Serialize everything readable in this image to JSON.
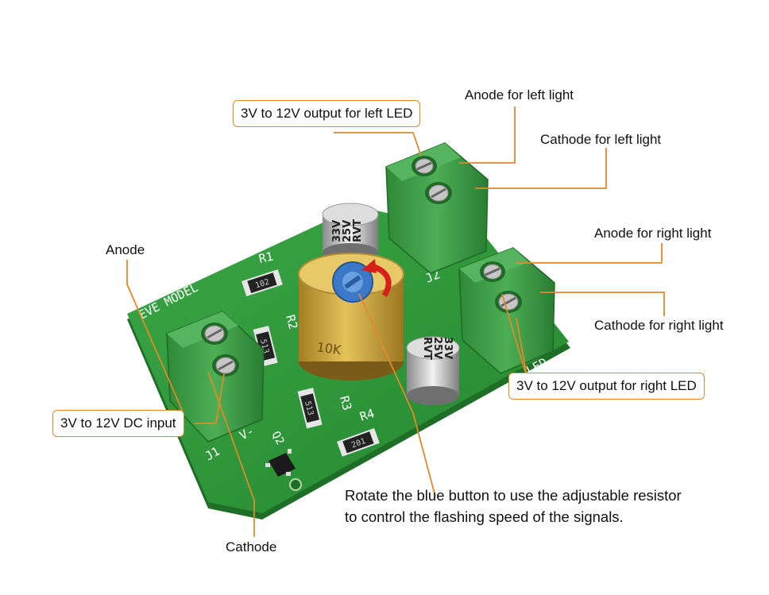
{
  "callouts": {
    "left_led_output": "3V to 12V output for left LED",
    "anode_left": "Anode for left light",
    "cathode_left": "Cathode for left light",
    "anode_right": "Anode for right light",
    "cathode_right": "Cathode for right light",
    "right_led_output": "3V to 12V output for right LED",
    "anode_input": "Anode",
    "dc_input": "3V to 12V DC input",
    "cathode_input": "Cathode",
    "rotate_line1": "Rotate the blue button to use the adjustable resistor",
    "rotate_line2": "to control the flashing speed of the signals."
  },
  "board": {
    "model": "EVE MODEL",
    "r1": "R1",
    "r2": "R2",
    "r3": "R3",
    "r4": "R4",
    "j1": "J1",
    "j2": "J2",
    "v_minus": "V-",
    "led_minus": "LED-",
    "q2": "Q2",
    "r1_value": "102",
    "r2_value": "513",
    "r3_value": "513",
    "r4_value": "201",
    "cap_top_line1": "33V",
    "cap_top_line2": "25V",
    "cap_top_line3": "RVT",
    "cap_bottom_line1": "33V",
    "cap_bottom_line2": "25V",
    "cap_bottom_line3": "RVT",
    "pot_marking": "10K"
  },
  "colors": {
    "pcb": "#2e9a3c",
    "terminal": "#3c9a45",
    "callout_line": "#e08a2a",
    "pot_knob": "#3b78c8",
    "pot_body": "#c9a23a",
    "arrow": "#d8201a"
  }
}
